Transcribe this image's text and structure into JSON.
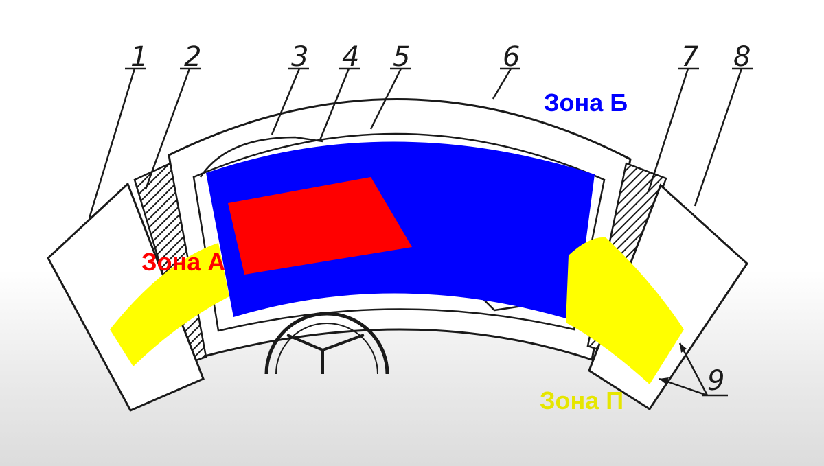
{
  "labels": {
    "n1": "1",
    "n2": "2",
    "n3": "3",
    "n4": "4",
    "n5": "5",
    "n6": "6",
    "n7": "7",
    "n8": "8",
    "n9": "9"
  },
  "zones": {
    "a": {
      "label": "Зона А",
      "color": "#ff0000"
    },
    "b": {
      "label": "Зона Б",
      "color": "#0000ff"
    },
    "p": {
      "label": "Зона П",
      "color": "#e6e600"
    }
  },
  "colors": {
    "line": "#1a1a1a",
    "zone_a_fill": "#ff0000",
    "zone_b_fill": "#0000ff",
    "zone_p_fill": "#ffff00"
  }
}
